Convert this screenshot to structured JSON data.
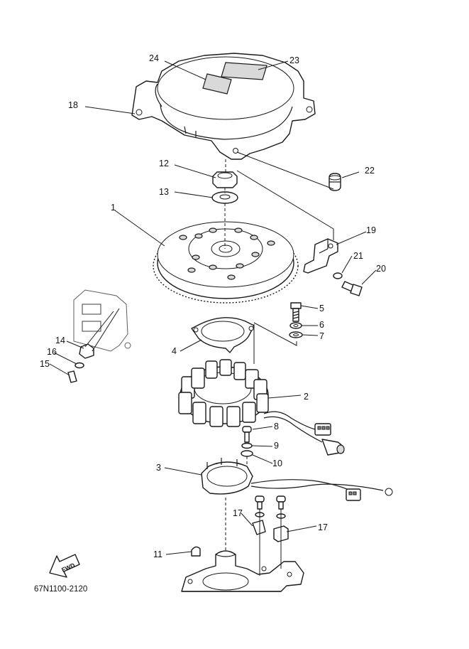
{
  "diagram": {
    "drawing_code": "67N1100-2120",
    "fwd_label": "FWD",
    "callouts": [
      {
        "id": "c1",
        "label": "1"
      },
      {
        "id": "c2",
        "label": "2"
      },
      {
        "id": "c3",
        "label": "3"
      },
      {
        "id": "c4",
        "label": "4"
      },
      {
        "id": "c5",
        "label": "5"
      },
      {
        "id": "c6",
        "label": "6"
      },
      {
        "id": "c7",
        "label": "7"
      },
      {
        "id": "c8",
        "label": "8"
      },
      {
        "id": "c9",
        "label": "9"
      },
      {
        "id": "c10",
        "label": "10"
      },
      {
        "id": "c11",
        "label": "11"
      },
      {
        "id": "c12",
        "label": "12"
      },
      {
        "id": "c13",
        "label": "13"
      },
      {
        "id": "c14",
        "label": "14"
      },
      {
        "id": "c15",
        "label": "15"
      },
      {
        "id": "c16",
        "label": "16"
      },
      {
        "id": "c17a",
        "label": "17"
      },
      {
        "id": "c17b",
        "label": "17"
      },
      {
        "id": "c18",
        "label": "18"
      },
      {
        "id": "c19",
        "label": "19"
      },
      {
        "id": "c20",
        "label": "20"
      },
      {
        "id": "c21",
        "label": "21"
      },
      {
        "id": "c22",
        "label": "22"
      },
      {
        "id": "c23",
        "label": "23"
      },
      {
        "id": "c24",
        "label": "24"
      }
    ]
  }
}
